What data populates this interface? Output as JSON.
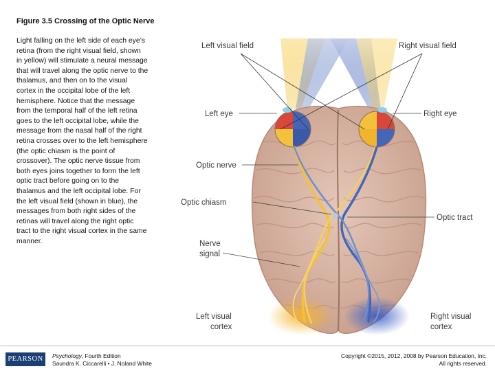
{
  "figure": {
    "title": "Figure 3.5 Crossing of the Optic Nerve",
    "caption_lines": [
      "Light falling on the left side of each eye’s",
      "retina (from the right visual field, shown",
      "in yellow) will stimulate a neural message",
      "that will travel along the optic nerve to the",
      "thalamus, and then on to the visual",
      "cortex in the occipital lobe of the left",
      "hemisphere. Notice that the message",
      "from the temporal half of the left retina",
      "goes to the left occipital lobe, while the",
      "message from the nasal half of the right",
      "retina crosses over to the left hemisphere",
      "(the optic chiasm is the point of",
      "crossover). The optic nerve tissue from",
      "both eyes joins together to form the left",
      "optic tract before going on to the",
      "thalamus and the left occipital lobe. For",
      "the left visual field (shown in blue), the",
      "messages from both right sides of the",
      "retinas will travel along the right optic",
      "tract to the right visual cortex in the same",
      "manner."
    ]
  },
  "diagram": {
    "labels": {
      "left_visual_field": "Left visual field",
      "right_visual_field": "Right visual field",
      "left_eye": "Left eye",
      "right_eye": "Right eye",
      "optic_nerve": "Optic nerve",
      "optic_chiasm": "Optic chiasm",
      "optic_tract": "Optic tract",
      "nerve_signal_1": "Nerve",
      "nerve_signal_2": "signal",
      "left_cortex_1": "Left visual",
      "left_cortex_2": "cortex",
      "right_cortex_1": "Right visual",
      "right_cortex_2": "cortex"
    },
    "colors": {
      "right_field_yellow": "#f3c23a",
      "left_field_blue": "#4466b8",
      "brain": "#d9b6a6",
      "eye_red": "#d9473a"
    }
  },
  "footer": {
    "logo": "PEARSON",
    "book_title": "Psychology",
    "book_edition": ", Fourth Edition",
    "authors": "Saundra K. Ciccarelli • J. Noland White",
    "copyright_1": "Copyright ©2015, 2012, 2008 by Pearson Education, Inc.",
    "copyright_2": "All rights reserved."
  }
}
